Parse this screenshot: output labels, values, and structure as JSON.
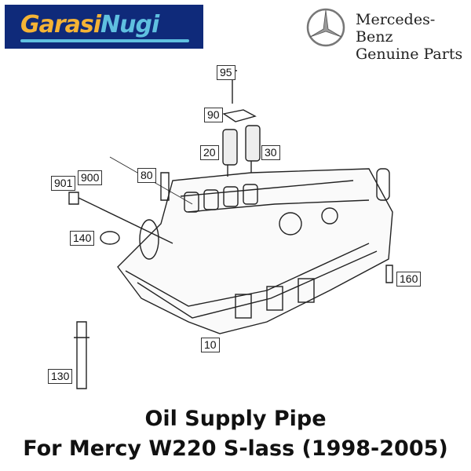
{
  "brand": {
    "part1": "Garasi",
    "part2": "Nugi",
    "colors": {
      "bg": "#0f2a7a",
      "yellow": "#f5b335",
      "blue": "#5fc0e0"
    }
  },
  "oem": {
    "line1": "Mercedes-Benz",
    "line2": "Genuine Parts"
  },
  "callouts": {
    "c95": "95",
    "c90": "90",
    "c20": "20",
    "c30": "30",
    "c80": "80",
    "c901": "901",
    "c900": "900",
    "c140": "140",
    "c160": "160",
    "c10": "10",
    "c130": "130"
  },
  "title": {
    "line1": "Oil Supply Pipe",
    "line2": "For Mercy W220 S-lass (1998-2005)"
  }
}
